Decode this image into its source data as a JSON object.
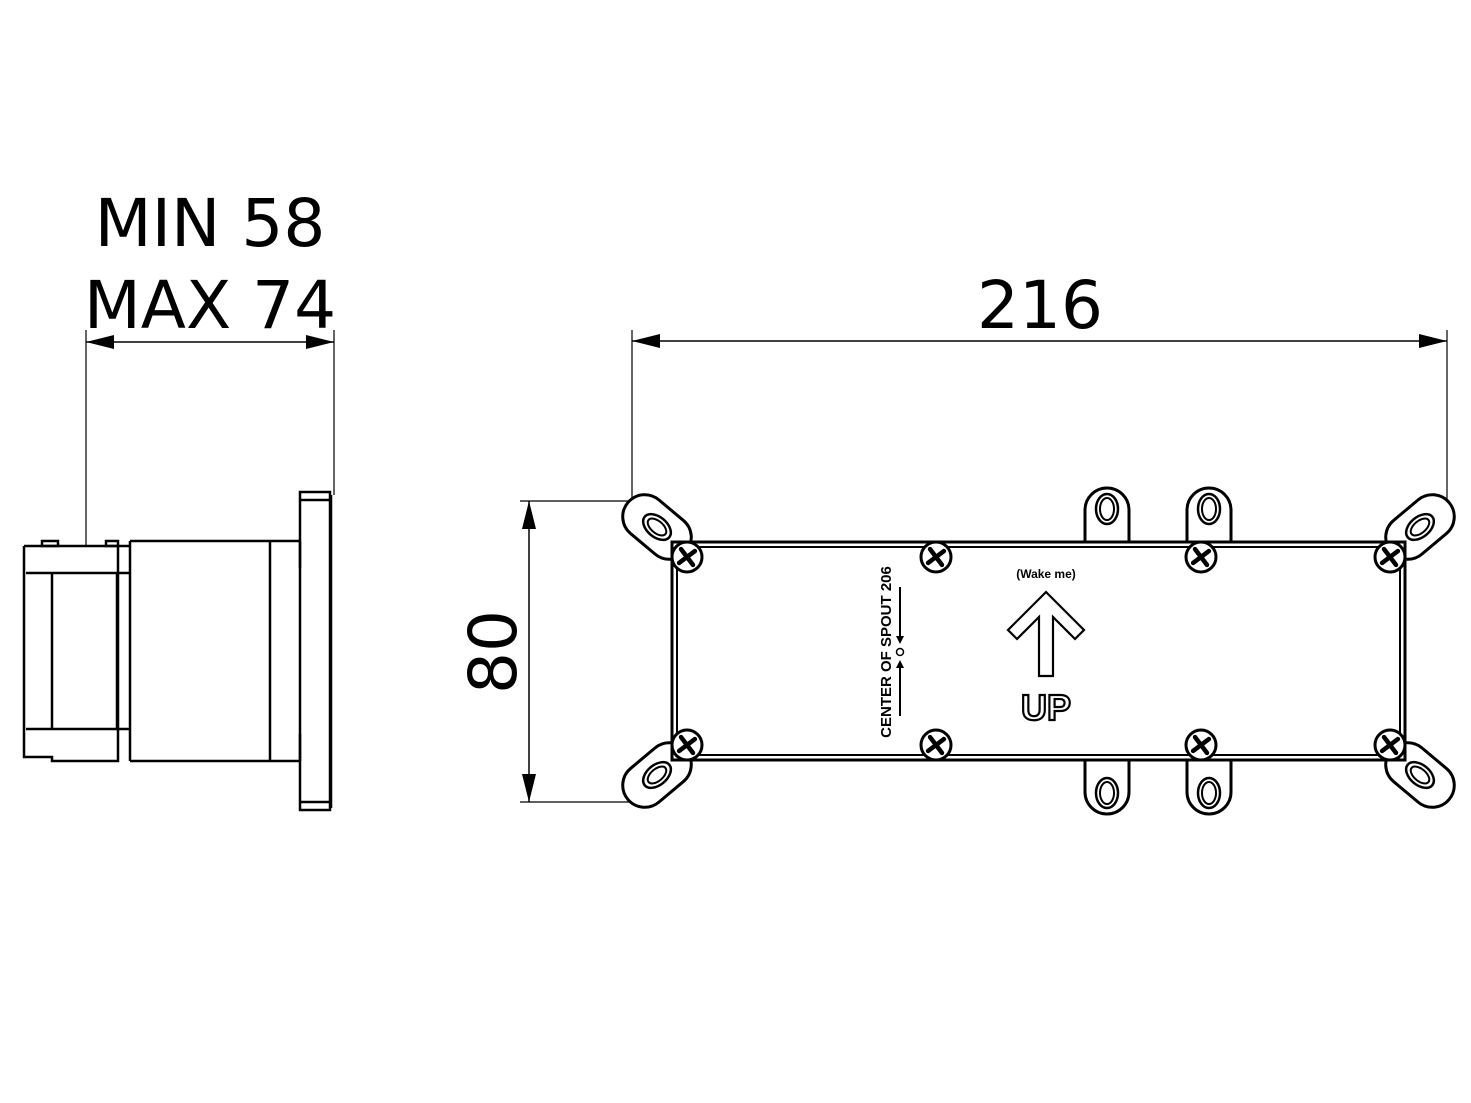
{
  "drawing": {
    "type": "technical-dimension-drawing",
    "background": "#ffffff",
    "line_color": "#000000",
    "side_view": {
      "dimension_label_line1": "MIN 58",
      "dimension_label_line2": "MAX 74"
    },
    "front_view": {
      "width_dimension": "216",
      "height_dimension": "80",
      "side_label": "CENTER OF SPOUT 206",
      "note": "(Wake me)",
      "direction_label": "UP",
      "screw_count": 8,
      "mounting_tab_count": 8
    }
  }
}
